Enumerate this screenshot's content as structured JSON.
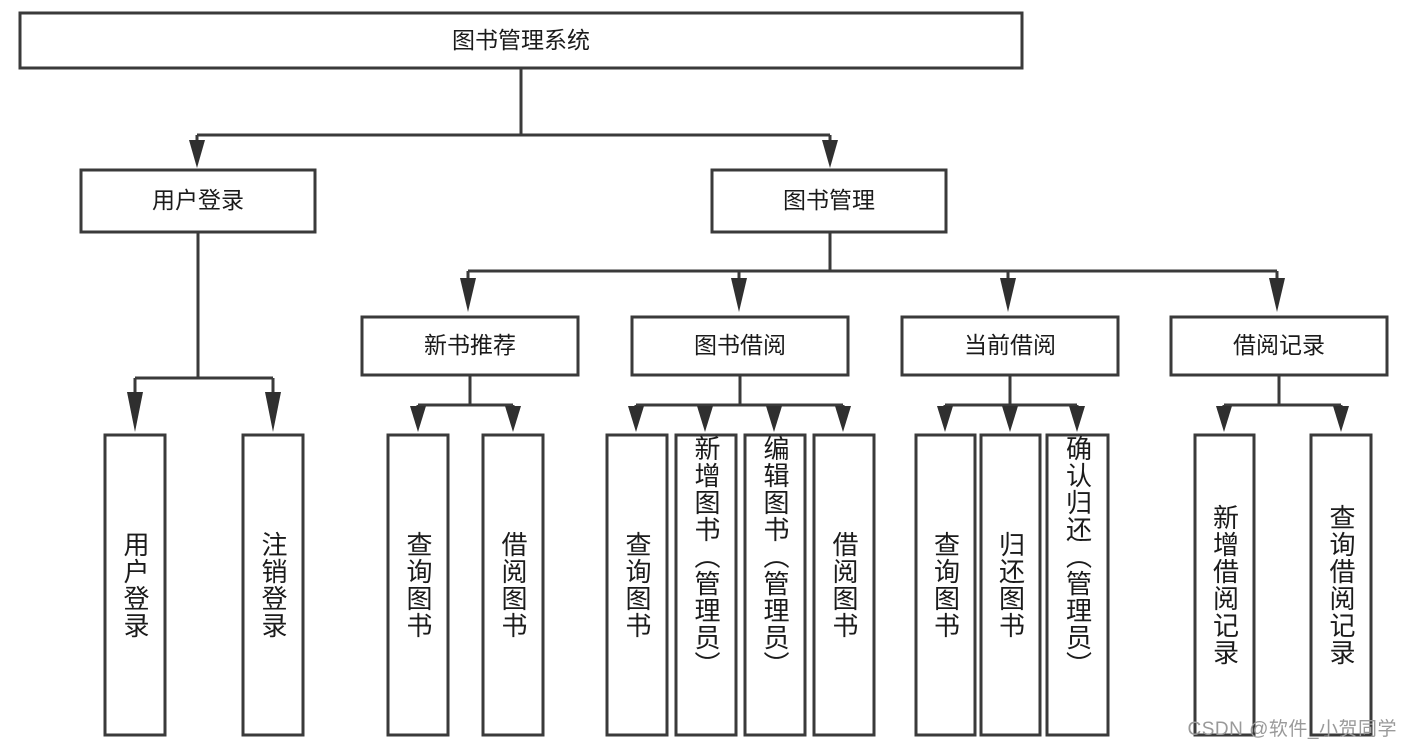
{
  "diagram": {
    "title": "图书管理系统",
    "watermark": "CSDN @软件_小贺同学",
    "colors": {
      "box_stroke": "#3a3a3a",
      "connector": "#3a3a3a",
      "background": "#ffffff",
      "text": "#1b1b1b",
      "watermark": "#9a9a9a"
    },
    "root": {
      "label": "图书管理系统"
    },
    "level2": [
      {
        "label": "用户登录"
      },
      {
        "label": "图书管理"
      }
    ],
    "level3": [
      {
        "label": "新书推荐"
      },
      {
        "label": "图书借阅"
      },
      {
        "label": "当前借阅"
      },
      {
        "label": "借阅记录"
      }
    ],
    "groups": [
      {
        "parent": "用户登录",
        "leaves": [
          {
            "label": "用户登录"
          },
          {
            "label": "注销登录"
          }
        ]
      },
      {
        "parent": "新书推荐",
        "leaves": [
          {
            "label": "查询图书"
          },
          {
            "label": "借阅图书"
          }
        ]
      },
      {
        "parent": "图书借阅",
        "leaves": [
          {
            "label": "查询图书"
          },
          {
            "label": "新增图书（管理员）"
          },
          {
            "label": "编辑图书（管理员）"
          },
          {
            "label": "借阅图书"
          }
        ]
      },
      {
        "parent": "当前借阅",
        "leaves": [
          {
            "label": "查询图书"
          },
          {
            "label": "归还图书"
          },
          {
            "label": "确认归还（管理员）"
          }
        ]
      },
      {
        "parent": "借阅记录",
        "leaves": [
          {
            "label": "新增借阅记录"
          },
          {
            "label": "查询借阅记录"
          }
        ]
      }
    ]
  }
}
